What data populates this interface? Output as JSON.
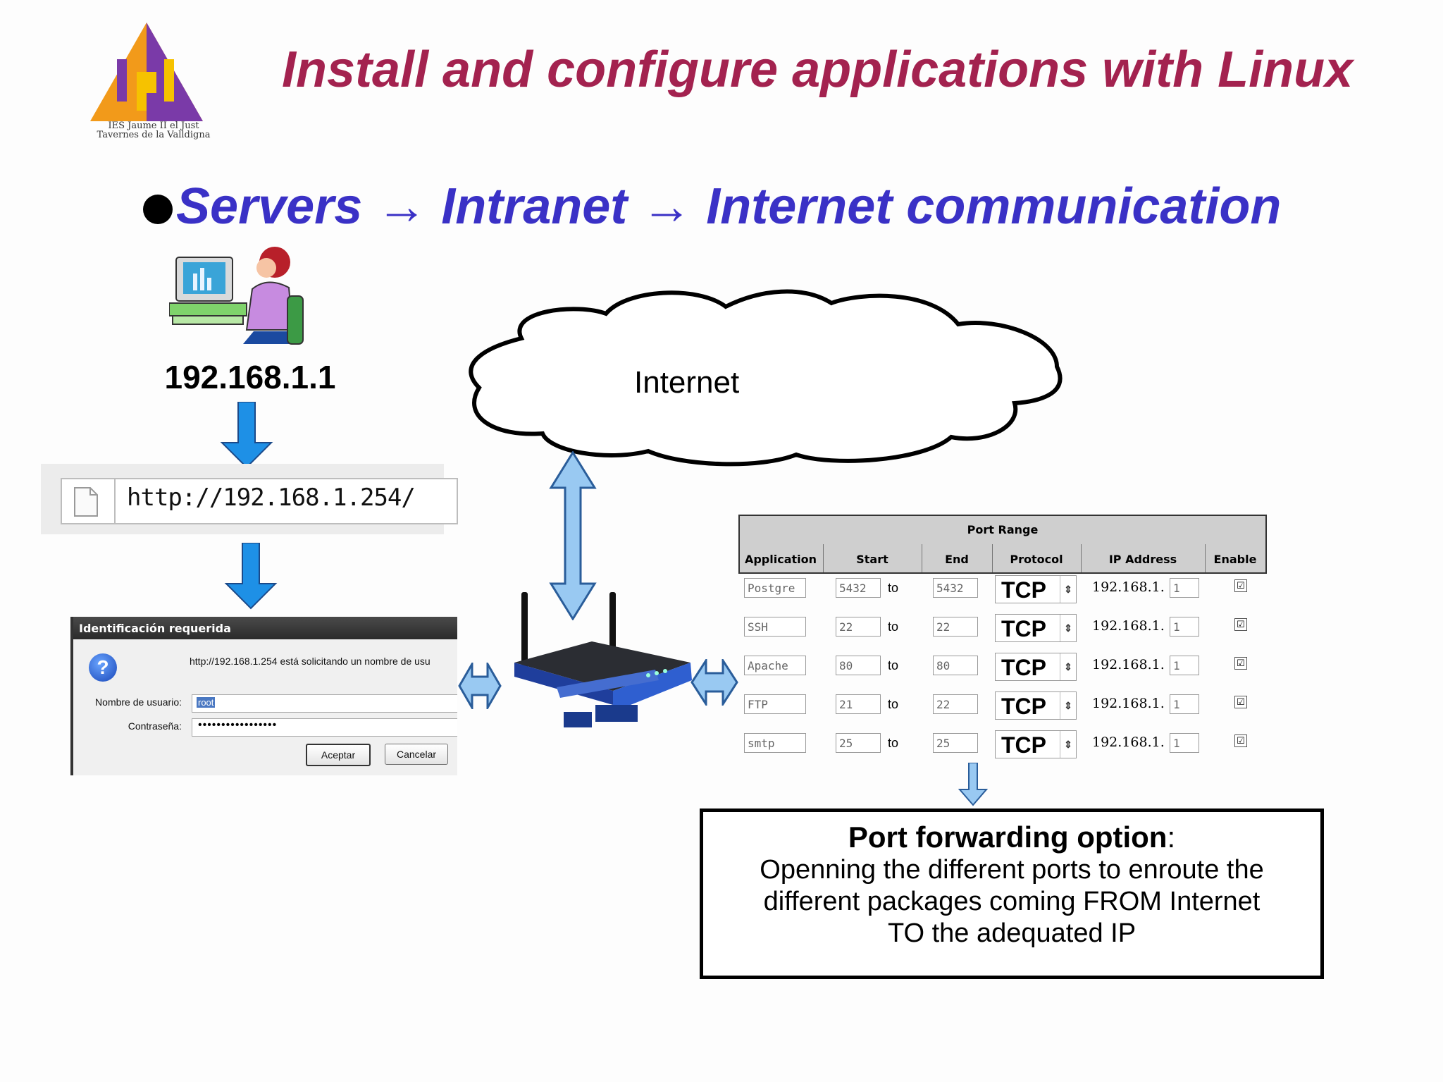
{
  "slide": {
    "title": "Install and configure applications with Linux",
    "subtitle": "Servers → Intranet → Internet communication",
    "logo_caption_line1": "IES Jaume II el Just",
    "logo_caption_line2": "Tavernes de la Valldigna"
  },
  "client": {
    "ip": "192.168.1.1"
  },
  "browser": {
    "url": "http://192.168.1.254/"
  },
  "login_dialog": {
    "title": "Identificación requerida",
    "message": "http://192.168.1.254 está solicitando un nombre de usu",
    "username_label": "Nombre de usuario:",
    "username_value": "root",
    "password_label": "Contraseña:",
    "password_value": "•••••••••••••••••",
    "accept_label": "Aceptar",
    "cancel_label": "Cancelar"
  },
  "cloud": {
    "label": "Internet"
  },
  "port_forwarding": {
    "group_header": "Port Range",
    "columns": [
      "Application",
      "Start",
      "End",
      "Protocol",
      "IP Address",
      "Enable"
    ],
    "to_label": "to",
    "ip_prefix": "192.168.1.",
    "rows": [
      {
        "application": "Postgre",
        "start": "5432",
        "end": "5432",
        "protocol": "TCP",
        "ip_last": "1",
        "enabled": "☑"
      },
      {
        "application": "SSH",
        "start": "22",
        "end": "22",
        "protocol": "TCP",
        "ip_last": "1",
        "enabled": "☑"
      },
      {
        "application": "Apache",
        "start": "80",
        "end": "80",
        "protocol": "TCP",
        "ip_last": "1",
        "enabled": "☑"
      },
      {
        "application": "FTP",
        "start": "21",
        "end": "22",
        "protocol": "TCP",
        "ip_last": "1",
        "enabled": "☑"
      },
      {
        "application": "smtp",
        "start": "25",
        "end": "25",
        "protocol": "TCP",
        "ip_last": "1",
        "enabled": "☑"
      }
    ]
  },
  "info_box": {
    "title_bold": "Port forwarding option",
    "title_suffix": ":",
    "line1": "Openning the different ports to enroute the",
    "line2": "different packages coming FROM Internet",
    "line3": "TO the adequated IP"
  },
  "colors": {
    "title": "#a3224f",
    "subtitle": "#3a31c6",
    "arrow_blue": "#1e90e6",
    "light_arrow": "#99c9f2"
  }
}
